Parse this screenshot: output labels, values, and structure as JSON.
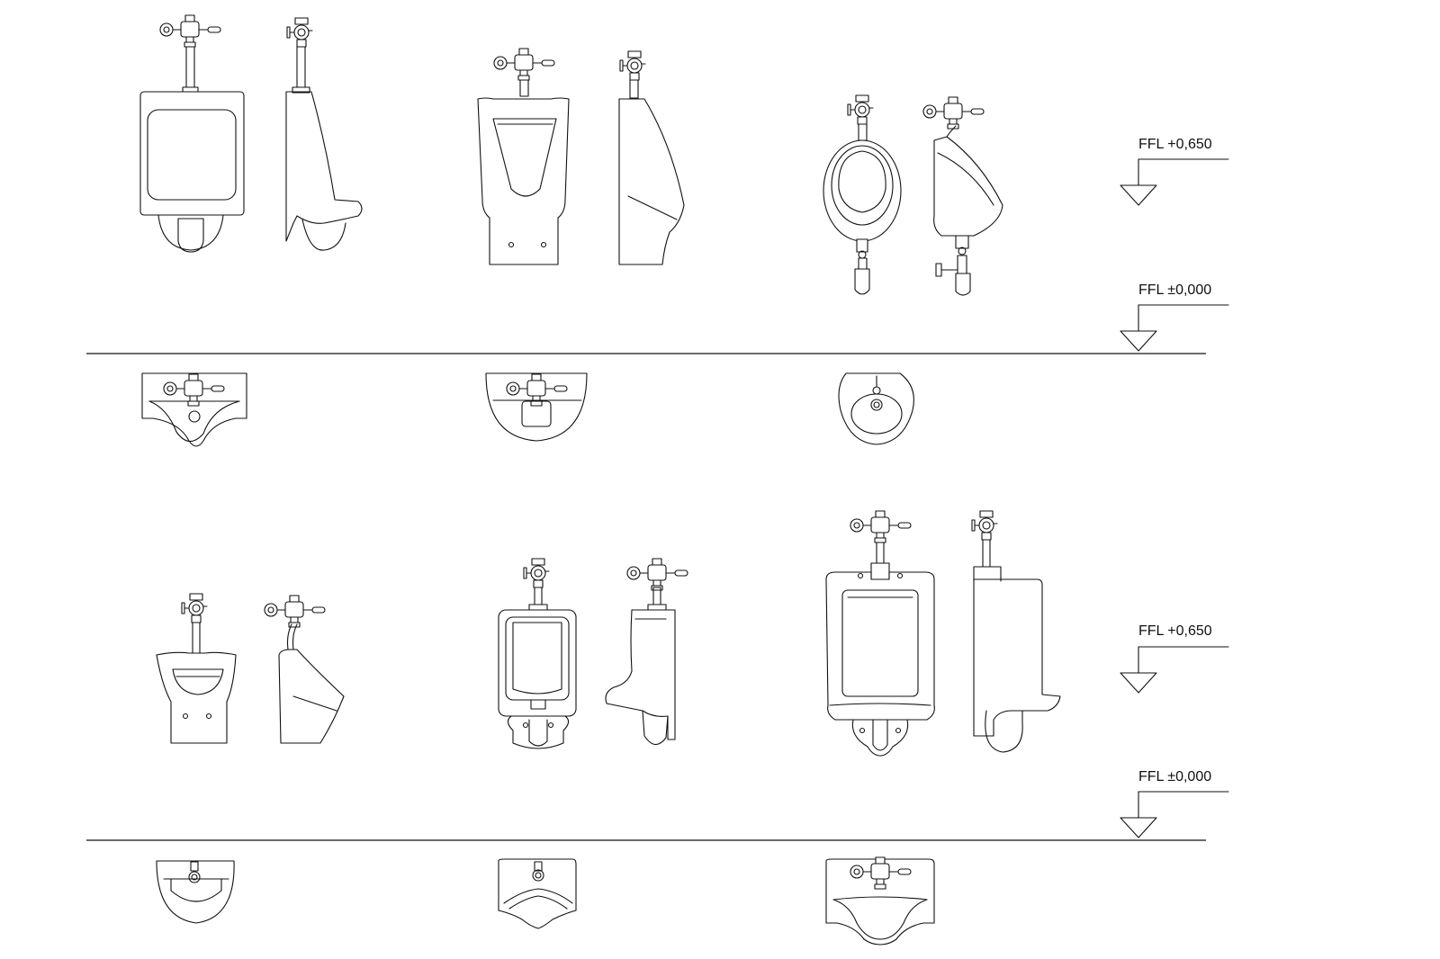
{
  "levels": {
    "upper_top": "FFL +0,650",
    "upper_floor": "FFL ±0,000",
    "lower_top": "FFL +0,650",
    "lower_floor": "FFL ±0,000"
  },
  "colors": {
    "line": "#111111",
    "background": "#ffffff"
  }
}
